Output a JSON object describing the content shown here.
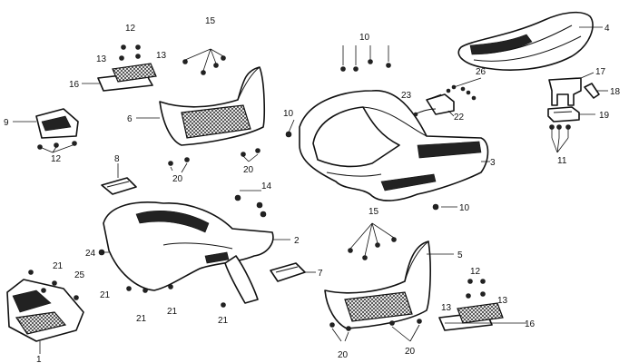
{
  "callouts": [
    {
      "id": "c1",
      "text": "1"
    },
    {
      "id": "c2",
      "text": "2"
    },
    {
      "id": "c3",
      "text": "3"
    },
    {
      "id": "c4",
      "text": "4"
    },
    {
      "id": "c5",
      "text": "5"
    },
    {
      "id": "c6",
      "text": "6"
    },
    {
      "id": "c7",
      "text": "7"
    },
    {
      "id": "c8",
      "text": "8"
    },
    {
      "id": "c9",
      "text": "9"
    },
    {
      "id": "c10a",
      "text": "10"
    },
    {
      "id": "c10b",
      "text": "10"
    },
    {
      "id": "c10c",
      "text": "10"
    },
    {
      "id": "c11",
      "text": "11"
    },
    {
      "id": "c12a",
      "text": "12"
    },
    {
      "id": "c12b",
      "text": "12"
    },
    {
      "id": "c12c",
      "text": "12"
    },
    {
      "id": "c13a",
      "text": "13"
    },
    {
      "id": "c13b",
      "text": "13"
    },
    {
      "id": "c13c",
      "text": "13"
    },
    {
      "id": "c13d",
      "text": "13"
    },
    {
      "id": "c14",
      "text": "14"
    },
    {
      "id": "c15a",
      "text": "15"
    },
    {
      "id": "c15b",
      "text": "15"
    },
    {
      "id": "c16a",
      "text": "16"
    },
    {
      "id": "c16b",
      "text": "16"
    },
    {
      "id": "c17",
      "text": "17"
    },
    {
      "id": "c18",
      "text": "18"
    },
    {
      "id": "c19",
      "text": "19"
    },
    {
      "id": "c20a",
      "text": "20"
    },
    {
      "id": "c20b",
      "text": "20"
    },
    {
      "id": "c20c",
      "text": "20"
    },
    {
      "id": "c20d",
      "text": "20"
    },
    {
      "id": "c21a",
      "text": "21"
    },
    {
      "id": "c21b",
      "text": "21"
    },
    {
      "id": "c21c",
      "text": "21"
    },
    {
      "id": "c21d",
      "text": "21"
    },
    {
      "id": "c21e",
      "text": "21"
    },
    {
      "id": "c22",
      "text": "22"
    },
    {
      "id": "c23",
      "text": "23"
    },
    {
      "id": "c24",
      "text": "24"
    },
    {
      "id": "c25",
      "text": "25"
    },
    {
      "id": "c26",
      "text": "26"
    }
  ]
}
